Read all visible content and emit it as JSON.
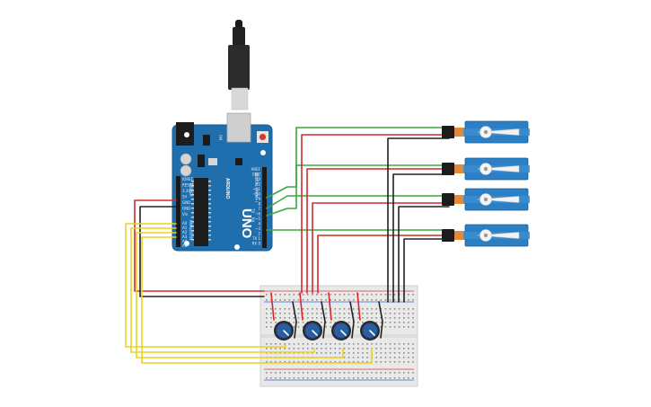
{
  "board": {
    "model_label": "UNO",
    "brand_label": "ARDUINO",
    "power_label": "POWER",
    "analog_label": "ANALOG IN",
    "digital_label": "DIGITAL (PWM~)",
    "tx_label": "TX",
    "rx_label": "RX",
    "on_label": "ON",
    "power_pins": [
      "IOREF",
      "RESET",
      "3.3V",
      "5V",
      "GND",
      "GND",
      "Vin"
    ],
    "analog_pins": [
      "A0",
      "A1",
      "A2",
      "A3",
      "A4",
      "A5"
    ],
    "digital_pins": [
      "AREF",
      "GND",
      "13",
      "12",
      "~11",
      "~10",
      "~9",
      "8",
      "7",
      "~6",
      "~5",
      "4",
      "~3",
      "2",
      "TX 1",
      "RX 0"
    ]
  },
  "components": {
    "servo_count": 4,
    "potentiometer_count": 4
  },
  "colors": {
    "board": "#1f6fae",
    "servo": "#2b7fc4",
    "wire_red": "#d42a2a",
    "wire_black": "#222222",
    "wire_green": "#3aa83a",
    "wire_yellow": "#ecd21f",
    "breadboard": "#e9e9e9",
    "pot_knob": "#2a5e9e"
  }
}
